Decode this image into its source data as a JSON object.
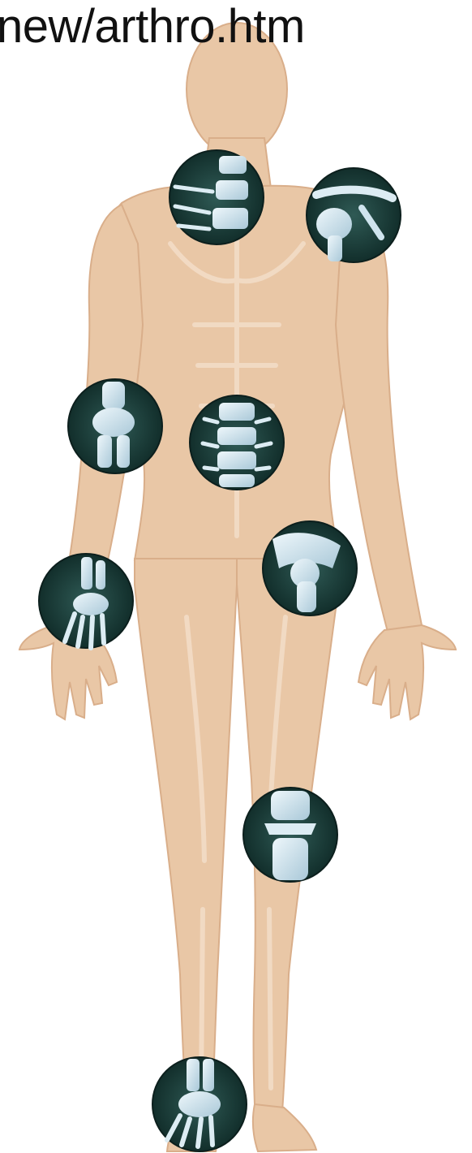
{
  "caption": {
    "url_fragment": "new/arthro.htm"
  },
  "figure": {
    "subject": "anatomical-body-front-view",
    "colors": {
      "skin": "#e9c7a6",
      "skin_light": "#f2dcc6",
      "skin_shadow": "#d9ae8a",
      "joint_bg": "#183a36",
      "bone": "#c9e0ec",
      "bone_highlight": "#eef7fb"
    },
    "joint_insets": [
      {
        "name": "neck-spine-joint-inset"
      },
      {
        "name": "shoulder-joint-inset"
      },
      {
        "name": "elbow-joint-inset"
      },
      {
        "name": "lumbar-spine-joint-inset"
      },
      {
        "name": "wrist-hand-joint-inset"
      },
      {
        "name": "hip-joint-inset"
      },
      {
        "name": "knee-joint-inset"
      },
      {
        "name": "ankle-foot-joint-inset"
      }
    ]
  }
}
